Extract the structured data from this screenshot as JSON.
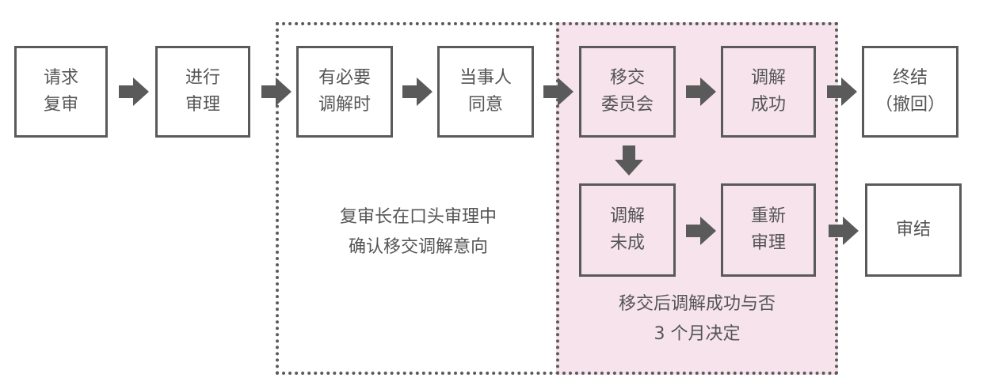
{
  "boxes": {
    "request_review": "请求\n复审",
    "conduct_review": "进行\n审理",
    "mediation_needed": "有必要\n调解时",
    "party_consent": "当事人\n同意",
    "refer_committee": "移交\n委员会",
    "mediation_success": "调解\n成功",
    "terminate_withdraw": "终结\n（撤回）",
    "mediation_failed": "调解\n未成",
    "re_review": "重新\n审理",
    "review_closed": "审结"
  },
  "notes": {
    "confirm_intent": "复审长在口头审理中\n确认移交调解意向",
    "decide_timeline": "移交后调解成功与否\n3 个月决定"
  },
  "colors": {
    "border": "#5a5a5a",
    "arrow": "#5a5a5a",
    "highlight_region": "#f6e3ec",
    "text": "#555555"
  }
}
